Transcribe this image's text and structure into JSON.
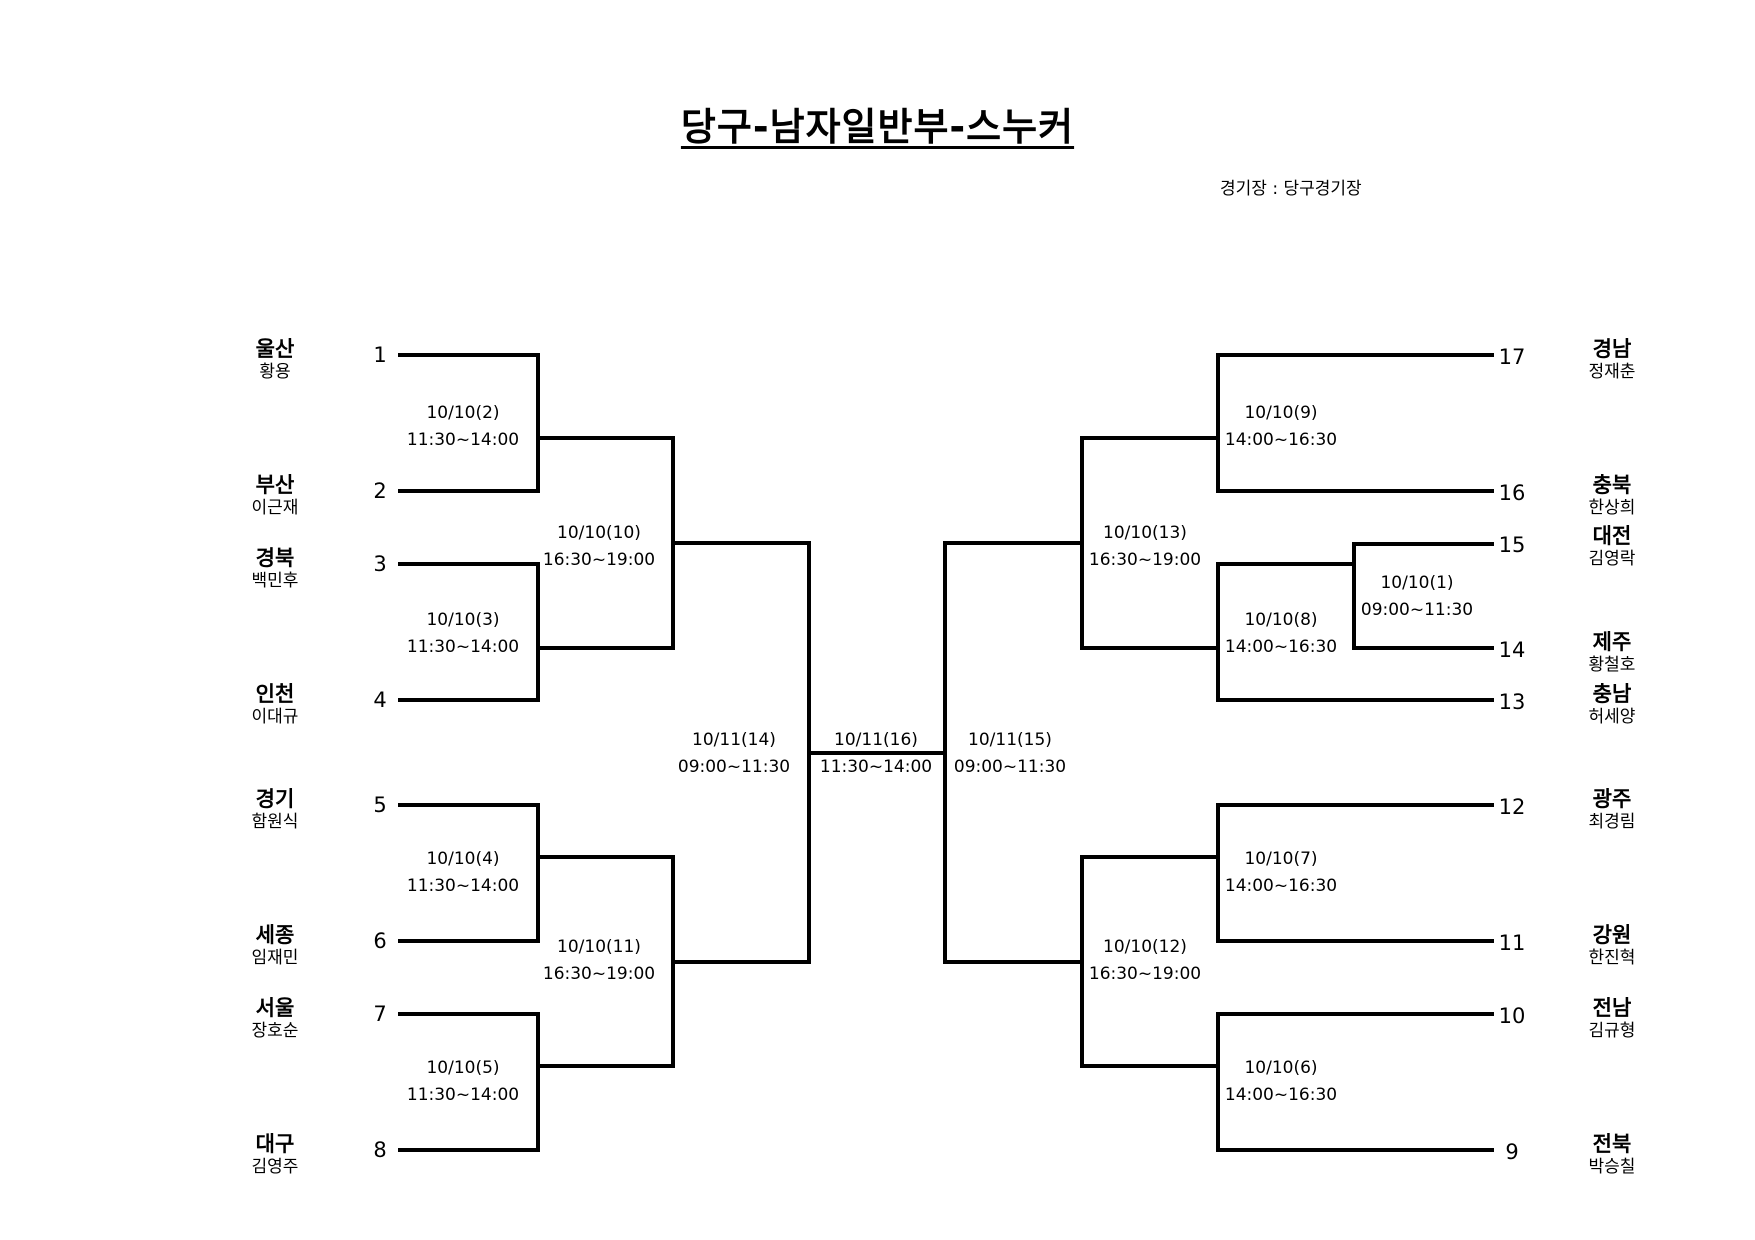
{
  "title": "당구-남자일반부-스누커",
  "venue": "경기장 : 당구경기장",
  "left_teams": [
    {
      "seed": "1",
      "region": "울산",
      "player": "황용"
    },
    {
      "seed": "2",
      "region": "부산",
      "player": "이근재"
    },
    {
      "seed": "3",
      "region": "경북",
      "player": "백민후"
    },
    {
      "seed": "4",
      "region": "인천",
      "player": "이대규"
    },
    {
      "seed": "5",
      "region": "경기",
      "player": "함원식"
    },
    {
      "seed": "6",
      "region": "세종",
      "player": "임재민"
    },
    {
      "seed": "7",
      "region": "서울",
      "player": "장호순"
    },
    {
      "seed": "8",
      "region": "대구",
      "player": "김영주"
    }
  ],
  "right_teams": [
    {
      "seed": "17",
      "region": "경남",
      "player": "정재춘"
    },
    {
      "seed": "16",
      "region": "충북",
      "player": "한상희"
    },
    {
      "seed": "15",
      "region": "대전",
      "player": "김영락"
    },
    {
      "seed": "14",
      "region": "제주",
      "player": "황철호"
    },
    {
      "seed": "13",
      "region": "충남",
      "player": "허세양"
    },
    {
      "seed": "12",
      "region": "광주",
      "player": "최경림"
    },
    {
      "seed": "11",
      "region": "강원",
      "player": "한진혁"
    },
    {
      "seed": "10",
      "region": "전남",
      "player": "김규형"
    },
    {
      "seed": "9",
      "region": "전북",
      "player": "박승칠"
    }
  ],
  "matches": [
    {
      "id": "m2",
      "date": "10/10(2)",
      "time": "11:30~14:00"
    },
    {
      "id": "m3",
      "date": "10/10(3)",
      "time": "11:30~14:00"
    },
    {
      "id": "m4",
      "date": "10/10(4)",
      "time": "11:30~14:00"
    },
    {
      "id": "m5",
      "date": "10/10(5)",
      "time": "11:30~14:00"
    },
    {
      "id": "m10",
      "date": "10/10(10)",
      "time": "16:30~19:00"
    },
    {
      "id": "m11",
      "date": "10/10(11)",
      "time": "16:30~19:00"
    },
    {
      "id": "m14",
      "date": "10/11(14)",
      "time": "09:00~11:30"
    },
    {
      "id": "m16",
      "date": "10/11(16)",
      "time": "11:30~14:00"
    },
    {
      "id": "m15",
      "date": "10/11(15)",
      "time": "09:00~11:30"
    },
    {
      "id": "m13",
      "date": "10/10(13)",
      "time": "16:30~19:00"
    },
    {
      "id": "m12",
      "date": "10/10(12)",
      "time": "16:30~19:00"
    },
    {
      "id": "m9",
      "date": "10/10(9)",
      "time": "14:00~16:30"
    },
    {
      "id": "m8",
      "date": "10/10(8)",
      "time": "14:00~16:30"
    },
    {
      "id": "m1",
      "date": "10/10(1)",
      "time": "09:00~11:30"
    },
    {
      "id": "m7",
      "date": "10/10(7)",
      "time": "14:00~16:30"
    },
    {
      "id": "m6",
      "date": "10/10(6)",
      "time": "14:00~16:30"
    }
  ]
}
